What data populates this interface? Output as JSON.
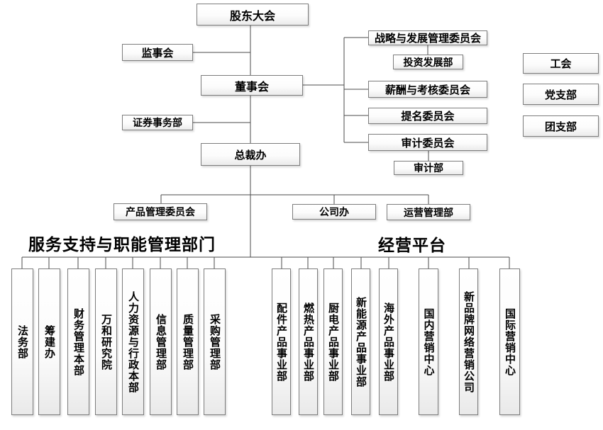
{
  "nodes": {
    "shareholders_meeting": "股东大会",
    "supervisory_board": "监事会",
    "board_of_directors": "董事会",
    "securities_affairs_dept": "证券事务部",
    "president_office": "总裁办",
    "product_mgmt_committee": "产品管理委员会",
    "company_office": "公司办",
    "operations_mgmt_dept": "运营管理部"
  },
  "committees": [
    "战略与发展管理委员会",
    "投资发展部",
    "薪酬与考核委员会",
    "提名委员会",
    "审计委员会",
    "审计部"
  ],
  "party_orgs": [
    "工会",
    "党支部",
    "团支部"
  ],
  "sections": [
    {
      "title": "服务支持与职能管理部门",
      "departments": [
        "法务部",
        "筹建办",
        "财务管理本部",
        "万和研究院",
        "人力资源与行政本部",
        "信息管理部",
        "质量管理部",
        "采购管理部"
      ]
    },
    {
      "title": "经营平台",
      "departments": [
        "配件产品事业部",
        "燃热产品事业部",
        "厨电产品事业部",
        "新能源产品事业部",
        "海外产品事业部",
        "国内营销中心",
        "新品牌网络营销公司",
        "国际营销中心"
      ]
    }
  ],
  "colors": {
    "line": "#4b4b4b",
    "box_border": "#7d7d7d",
    "text": "#000000",
    "background": "#ffffff"
  }
}
